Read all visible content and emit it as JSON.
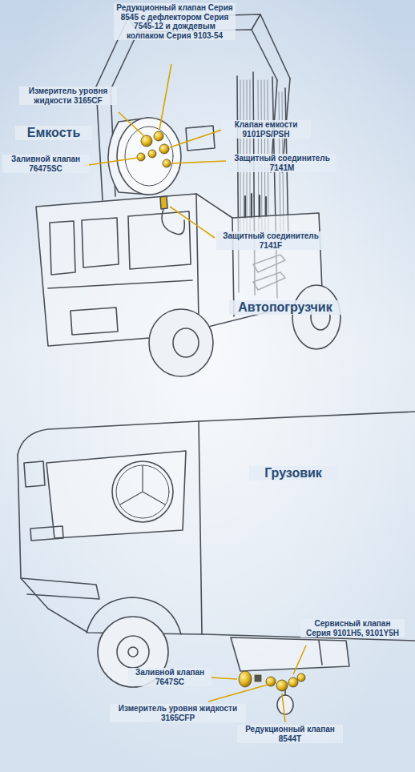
{
  "diagram": {
    "labels": [
      "Редукционный клапан Серия 8545 с дефлектором Серия 7545-12 и дождевым колпаком Серия 9103-54",
      "Измеритель уровня жидкости 3165CF",
      "Емкость",
      "Клапан емкости 9101PS/PSH",
      "Заливной клапан 76475SC",
      "Защитный соединитель 7141M",
      "Защитный соединитель 7141F",
      "Автопогрузчик",
      "Грузовик",
      "Сервисный клапан Серия 9101H5, 9101Y5H",
      "Заливной клапан 7647SC",
      "Измеритель уровня жидкости 3165CFP",
      "Редукционный клапан 8544T"
    ]
  }
}
